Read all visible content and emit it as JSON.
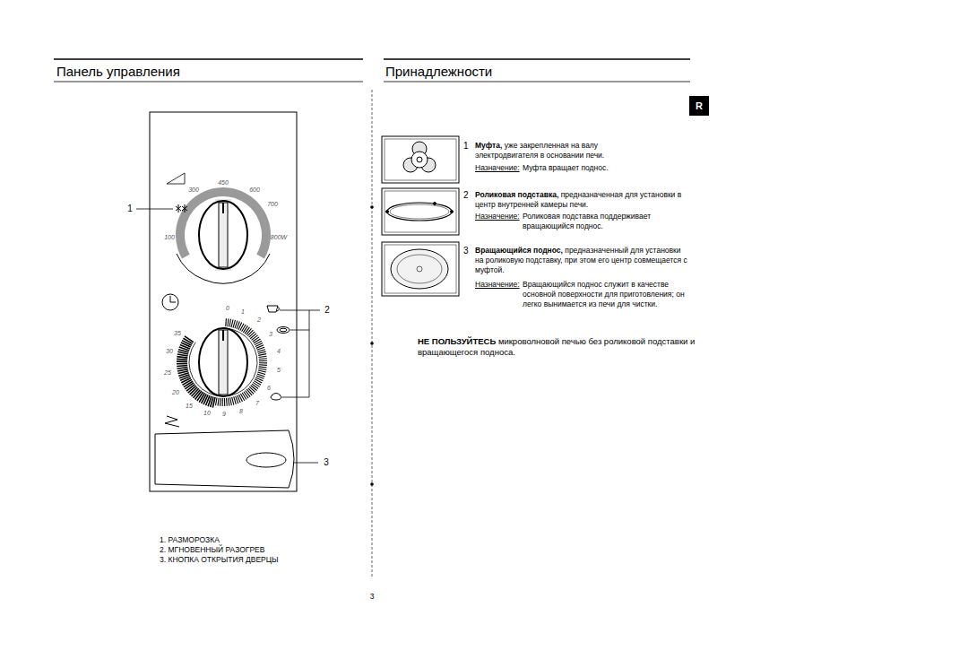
{
  "diagram": {
    "nodes": [
      {
        "text": [
          "R"
        ]
      }
    ],
    "labels": [
      "Панель управления",
      "Принадлежности",
      "450",
      "600",
      "300",
      "700",
      "100",
      "800W",
      "1",
      "0",
      "1",
      "2",
      "3",
      "4",
      "5",
      "6",
      "7",
      "8",
      "9",
      "10",
      "15",
      "20",
      "25",
      "30",
      "35",
      "2",
      "3",
      "1. РАЗМОРОЗКА",
      "2. МГНОВЕННЫЙ РАЗОГРЕВ",
      "3. КНОПКА ОТКРЫТИЯ ДВЕРЦЫ",
      "1",
      "Муфта,",
      "уже закрепленная на валу электродвигателя в основании печи.",
      "Назначение:",
      "Муфта вращает поднос.",
      "2",
      "Роликовая подставка,",
      "предназначенная для установки в центр внутренней камеры печи.",
      "Назначение:",
      "Роликовая подставка поддерживает вращающийся поднос.",
      "3",
      "Вращающийся поднос,",
      "предназначенный для установки на роликовую подставку, при этом его центр совмещается с муфтой.",
      "Назначение:",
      "Вращающийся поднос служит в качестве основной поверхности для приготовления; он легко вынимается из печи для чистки.",
      "НЕ ПОЛЬЗУЙТЕСЬ",
      "микроволновой печью без роликовой подставки и вращающегося подноса.",
      "3"
    ]
  }
}
